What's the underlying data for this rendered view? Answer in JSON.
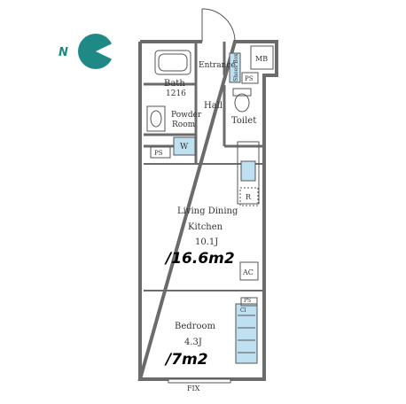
{
  "compass": {
    "label": "N"
  },
  "rooms": {
    "entrance": "Entrance",
    "shoes_box": "Shoes Box",
    "mb": "MB",
    "bath": "Bath",
    "bath_size": "1216",
    "powder_room_1": "Powder",
    "powder_room_2": "Room",
    "hall": "Hall",
    "toilet": "Toilet",
    "ps_top": "PS",
    "ps_left": "PS",
    "ps_bedroom": "PS",
    "w": "W",
    "r": "R",
    "ldk_1": "Living Dining",
    "ldk_2": "Kitchen",
    "ldk_size": "10.1J",
    "ldk_area": "/16.6m2",
    "ac": "AC",
    "cl": "Cl",
    "bedroom": "Bedroom",
    "bedroom_size": "4.3J",
    "bedroom_area": "/7m2",
    "fix": "FIX"
  },
  "colors": {
    "wall": "#6b6b6b",
    "line": "#555555",
    "storage_blue": "#bfe0f0",
    "compass_teal": "#1f8a85"
  }
}
